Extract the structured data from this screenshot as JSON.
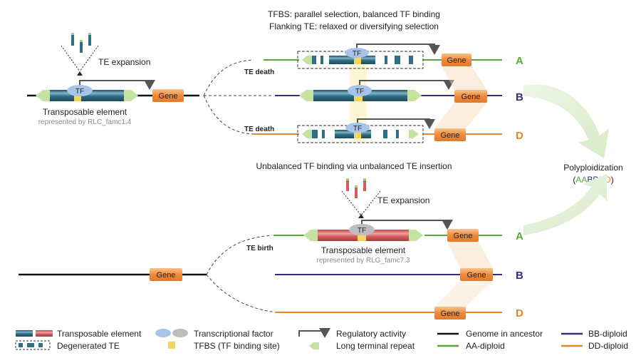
{
  "top_title_1": "TFBS: parallel selection, balanced TF binding",
  "top_title_2": "Flanking TE: relaxed or diversifying selection",
  "te_expansion": "TE expansion",
  "te_death": "TE death",
  "te_birth": "TE birth",
  "tf": "TF",
  "gene": "Gene",
  "transposable_element": "Transposable element",
  "represented_top": "represented by RLC_famc1.4",
  "represented_bottom": "represented by RLG_famc7.3",
  "subgenome_a": "A",
  "subgenome_b": "B",
  "subgenome_d": "D",
  "bottom_title": "Unbalanced TF binding via unbalanced TE insertion",
  "polyploidization": "Polyploidization",
  "aabbdd": {
    "aa": "AA",
    "bb": "BB",
    "dd": "DD"
  },
  "legend": {
    "te": "Transposable element",
    "degenerated": "Degenerated TE",
    "tf": "Transcriptional factor",
    "tfbs": "TFBS (TF binding site)",
    "regulatory": "Regulatory activity",
    "ltr": "Long terminal repeat",
    "ancestor": "Genome in ancestor",
    "aa": "AA-diploid",
    "bb": "BB-diploid",
    "dd": "DD-diploid"
  },
  "colors": {
    "a_green": "#5da63f",
    "b_purple": "#3d2a7a",
    "d_orange": "#e8872a",
    "gene_fill": "#f2a15e",
    "te_blue": "#2f6e86",
    "te_red": "#d35d5d",
    "tf_blue": "#a9c4ea",
    "tf_gray": "#bdbdbd",
    "tfbs": "#f5d55b",
    "ltr": "#c4e2a0"
  }
}
